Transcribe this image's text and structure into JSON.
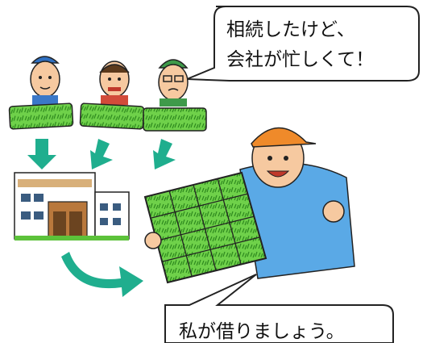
{
  "speech_bubble_top": {
    "line1": "相続したけど、",
    "line2": "会社が忙しくて！"
  },
  "speech_bubble_bottom": {
    "text": "私が借りましょう。"
  },
  "colors": {
    "turf_green": "#5cc23a",
    "turf_dark": "#2e8a1e",
    "arrow_teal": "#1fae8e",
    "cap_orange": "#ef8a2a",
    "shirt_blue": "#5aa9e6",
    "skin": "#f6c9a0",
    "building_brown": "#8a5a2b"
  }
}
